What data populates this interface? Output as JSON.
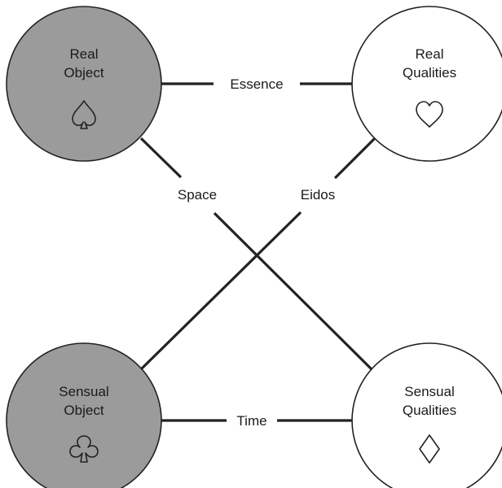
{
  "colors": {
    "shaded_fill": "#9b9b9b",
    "plain_fill": "#ffffff",
    "stroke": "#222222"
  },
  "nodes": {
    "real_object": {
      "line1": "Real",
      "line2": "Object",
      "icon": "spade-icon",
      "shaded": true
    },
    "real_qualities": {
      "line1": "Real",
      "line2": "Qualities",
      "icon": "heart-icon",
      "shaded": false
    },
    "sensual_object": {
      "line1": "Sensual",
      "line2": "Object",
      "icon": "club-icon",
      "shaded": true
    },
    "sensual_qualities": {
      "line1": "Sensual",
      "line2": "Qualities",
      "icon": "diamond-icon",
      "shaded": false
    }
  },
  "edges": {
    "essence": "Essence",
    "space": "Space",
    "eidos": "Eidos",
    "time": "Time"
  }
}
